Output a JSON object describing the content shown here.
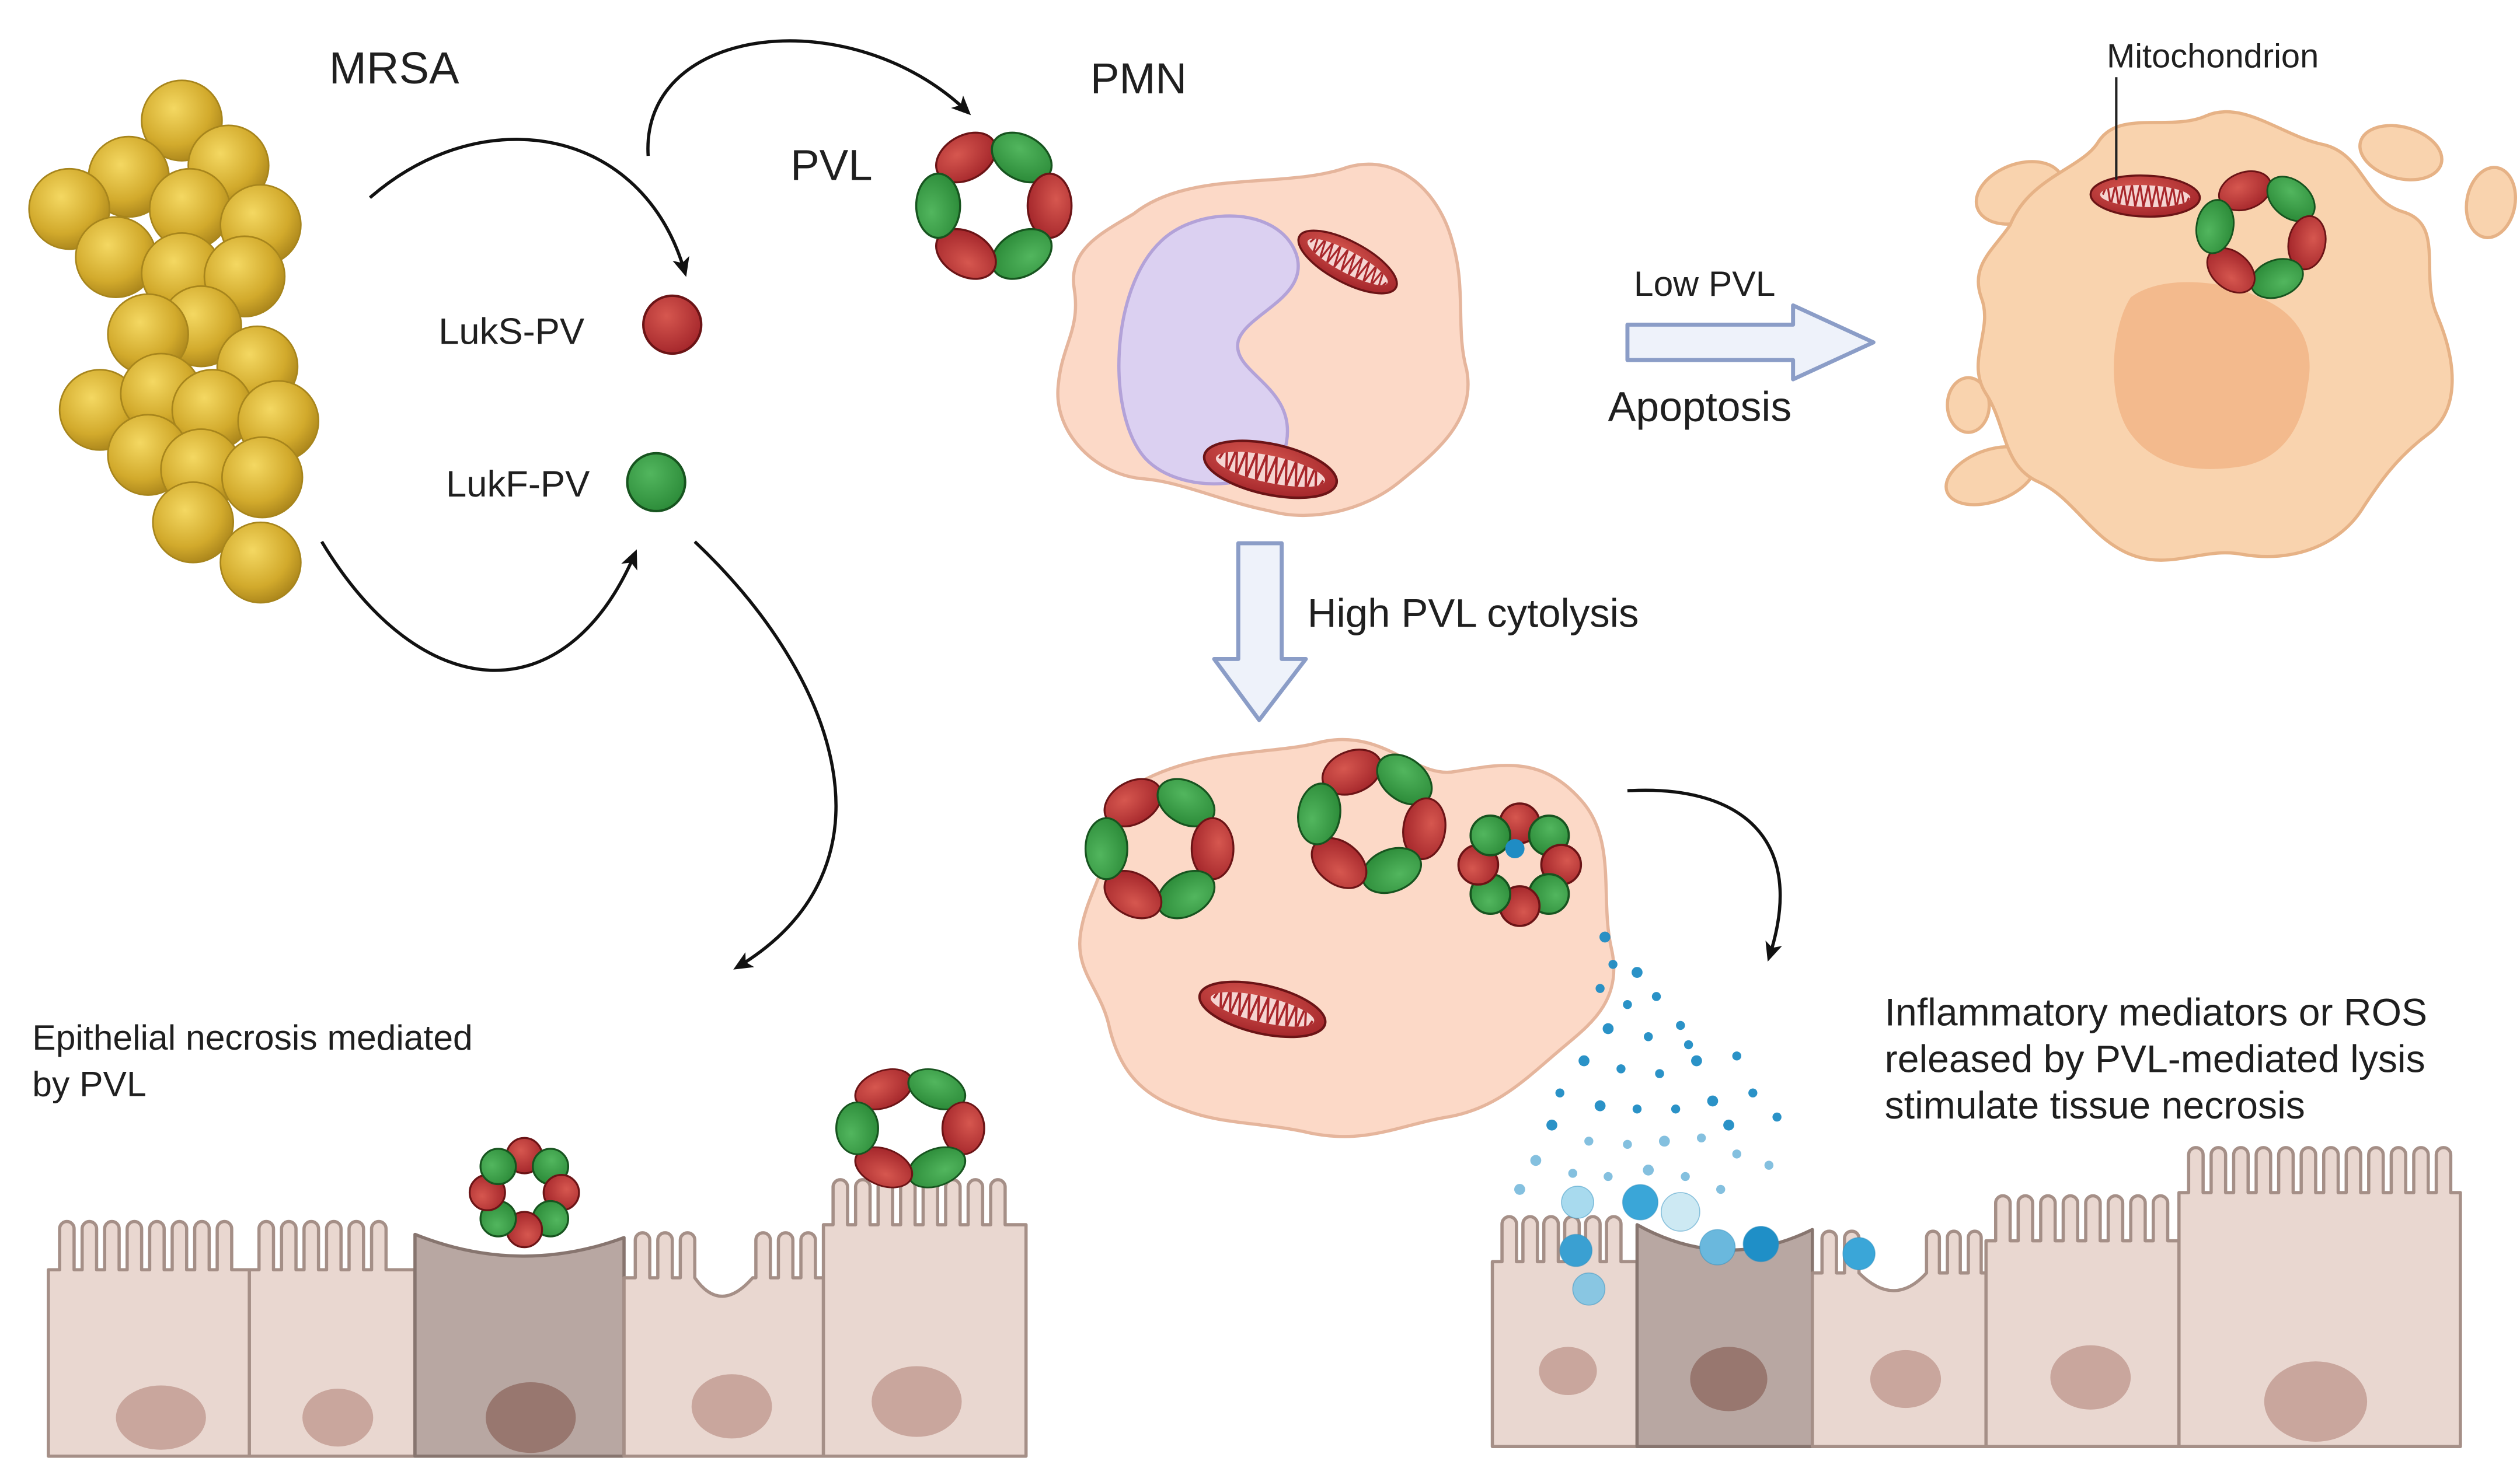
{
  "labels": {
    "mrsa": "MRSA",
    "pmn": "PMN",
    "pvl": "PVL",
    "luks": "LukS-PV",
    "lukf": "LukF-PV",
    "mitochondrion": "Mitochondrion",
    "low_pvl": "Low PVL",
    "apoptosis": "Apoptosis",
    "high_pvl": "High PVL cytolysis",
    "epithelial_necrosis": [
      "Epithelial necrosis mediated",
      "by PVL"
    ],
    "inflammatory": [
      "Inflammatory mediators or ROS",
      "released by PVL-mediated lysis",
      "stimulate tissue necrosis"
    ]
  },
  "colors": {
    "luks": "#a3252a",
    "lukf": "#2b8a38",
    "mrsa": "#d2aa2c",
    "ros": "#1f8cc4"
  }
}
